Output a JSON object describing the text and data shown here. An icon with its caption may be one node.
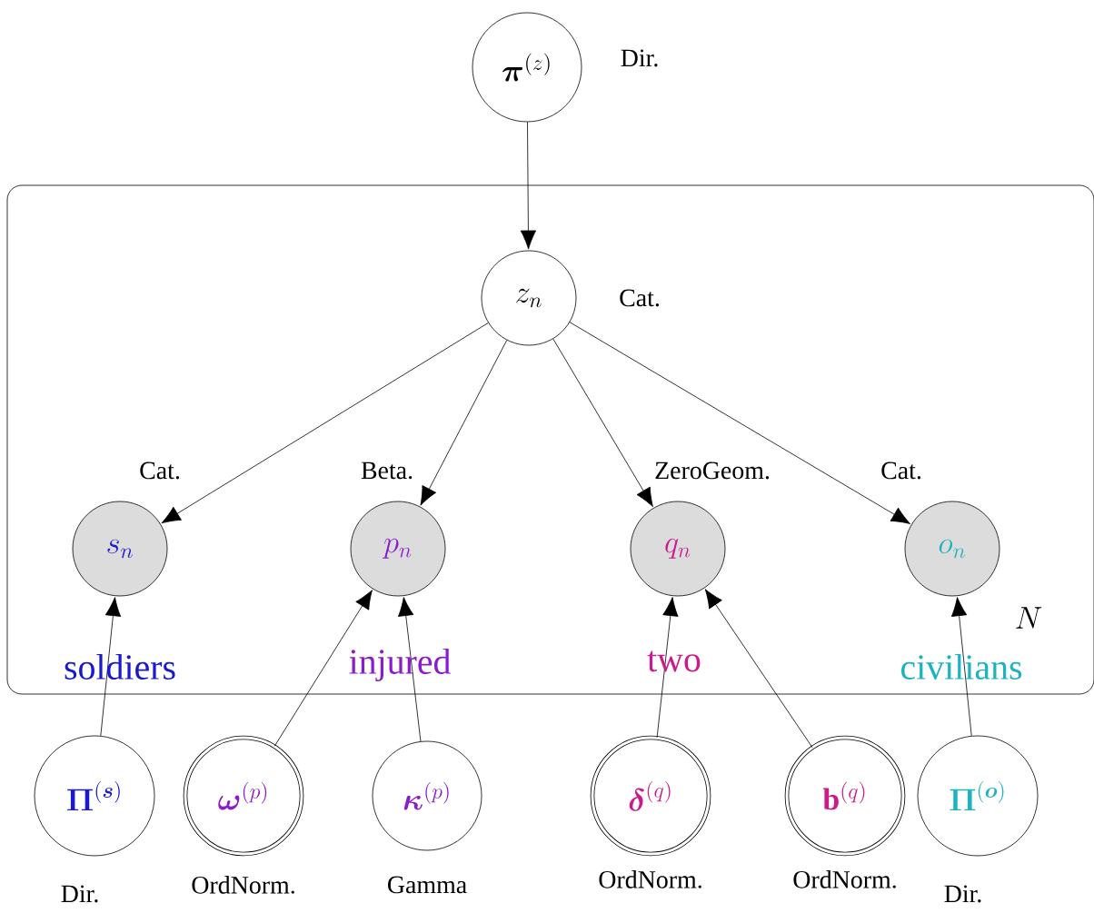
{
  "diagram": {
    "nodes": [
      {
        "text": [
          "N"
        ]
      },
      {
        "text": [
          "\\boldsymbol{\\pi}^{(z)}"
        ],
        "beside": [
          "Dir."
        ]
      },
      {
        "text": [
          "z_n"
        ],
        "in": 0,
        "beside": [
          "Cat."
        ]
      },
      {
        "text": [
          "s_n"
        ],
        "in": 0,
        "beside": [
          "Cat."
        ]
      },
      {
        "text": [
          "p_n"
        ],
        "in": 0,
        "beside": [
          "Beta."
        ]
      },
      {
        "text": [
          "q_n"
        ],
        "in": 0,
        "beside": [
          "ZeroGeom."
        ]
      },
      {
        "text": [
          "o_n"
        ],
        "in": 0,
        "beside": [
          "Cat."
        ]
      },
      {
        "text": [
          "\\boldsymbol{\\Pi}^{(\\boldsymbol{s})}"
        ],
        "beside": [
          "Dir."
        ]
      },
      {
        "text": [
          "\\boldsymbol{\\omega}^{(p)}"
        ],
        "beside": [
          "OrdNorm."
        ]
      },
      {
        "text": [
          "\\boldsymbol{\\kappa}^{(p)}"
        ],
        "beside": [
          "Gamma"
        ]
      },
      {
        "text": [
          "\\boldsymbol{\\delta}^{(q)}"
        ],
        "beside": [
          "OrdNorm."
        ]
      },
      {
        "text": [
          "\\mathbf{b}^{(q)}"
        ],
        "beside": [
          "OrdNorm."
        ]
      },
      {
        "text": [
          "\\boldsymbol{\\Pi}^{(\\boldsymbol{o})}"
        ],
        "beside": [
          "Dir."
        ]
      }
    ],
    "edges": [
      {
        "from": 1,
        "to": 2,
        "arrow": "to"
      },
      {
        "from": 2,
        "to": 3,
        "arrow": "to"
      },
      {
        "from": 2,
        "to": 4,
        "arrow": "to"
      },
      {
        "from": 2,
        "to": 5,
        "arrow": "to"
      },
      {
        "from": 2,
        "to": 6,
        "arrow": "to"
      },
      {
        "from": 7,
        "to": 3,
        "arrow": "to"
      },
      {
        "from": 8,
        "to": 4,
        "arrow": "to"
      },
      {
        "from": 9,
        "to": 4,
        "arrow": "to"
      },
      {
        "from": 10,
        "to": 5,
        "arrow": "to"
      },
      {
        "from": 11,
        "to": 5,
        "arrow": "to"
      },
      {
        "from": 12,
        "to": 6,
        "arrow": "to"
      }
    ],
    "labels": [
      "soldiers",
      "injured",
      "two",
      "civilians"
    ]
  }
}
